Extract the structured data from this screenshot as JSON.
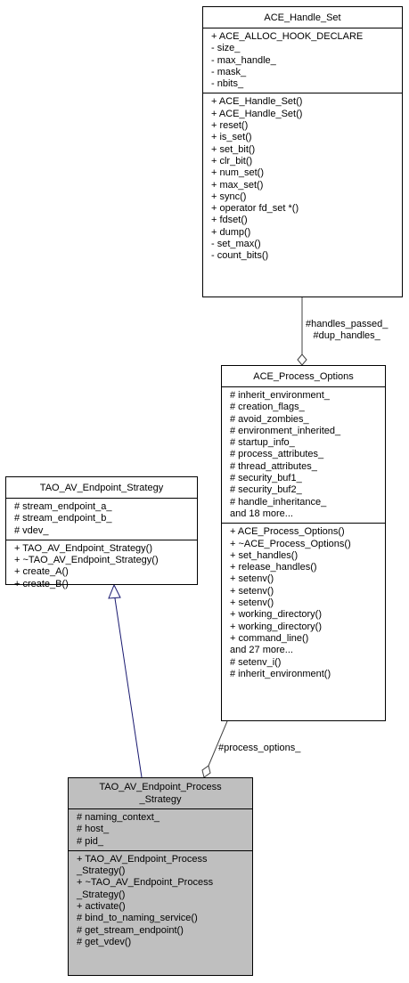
{
  "classes": {
    "handle_set": {
      "name": "ACE_Handle_Set",
      "attributes": [
        "+ ACE_ALLOC_HOOK_DECLARE",
        "- size_",
        "- max_handle_",
        "- mask_",
        "- nbits_"
      ],
      "operations": [
        "+ ACE_Handle_Set()",
        "+ ACE_Handle_Set()",
        "+ reset()",
        "+ is_set()",
        "+ set_bit()",
        "+ clr_bit()",
        "+ num_set()",
        "+ max_set()",
        "+ sync()",
        "+ operator fd_set *()",
        "+ fdset()",
        "+ dump()",
        "- set_max()",
        "- count_bits()"
      ]
    },
    "process_options": {
      "name": "ACE_Process_Options",
      "attributes": [
        "# inherit_environment_",
        "# creation_flags_",
        "# avoid_zombies_",
        "# environment_inherited_",
        "# startup_info_",
        "# process_attributes_",
        "# thread_attributes_",
        "# security_buf1_",
        "# security_buf2_",
        "# handle_inheritance_",
        "and 18 more..."
      ],
      "operations": [
        "+ ACE_Process_Options()",
        "+ ~ACE_Process_Options()",
        "+ set_handles()",
        "+ release_handles()",
        "+ setenv()",
        "+ setenv()",
        "+ setenv()",
        "+ working_directory()",
        "+ working_directory()",
        "+ command_line()",
        "and 27 more...",
        "# setenv_i()",
        "# inherit_environment()"
      ]
    },
    "endpoint_strategy": {
      "name": "TAO_AV_Endpoint_Strategy",
      "attributes": [
        "# stream_endpoint_a_",
        "# stream_endpoint_b_",
        "# vdev_"
      ],
      "operations": [
        "+ TAO_AV_Endpoint_Strategy()",
        "+ ~TAO_AV_Endpoint_Strategy()",
        "+ create_A()",
        "+ create_B()"
      ]
    },
    "endpoint_process_strategy": {
      "name": "TAO_AV_Endpoint_Process\n_Strategy",
      "attributes": [
        "# naming_context_",
        "# host_",
        "# pid_"
      ],
      "operations": [
        "+ TAO_AV_Endpoint_Process\n_Strategy()",
        "+ ~TAO_AV_Endpoint_Process\n_Strategy()",
        "+ activate()",
        "# bind_to_naming_service()",
        "# get_stream_endpoint()",
        "# get_vdev()"
      ]
    }
  },
  "edges": {
    "handles_label": "#handles_passed_\n#dup_handles_",
    "process_options_label": "#process_options_"
  },
  "colors": {
    "inheritance": "#191970",
    "aggregation": "#404040",
    "highlight": "#bfbfbf"
  }
}
